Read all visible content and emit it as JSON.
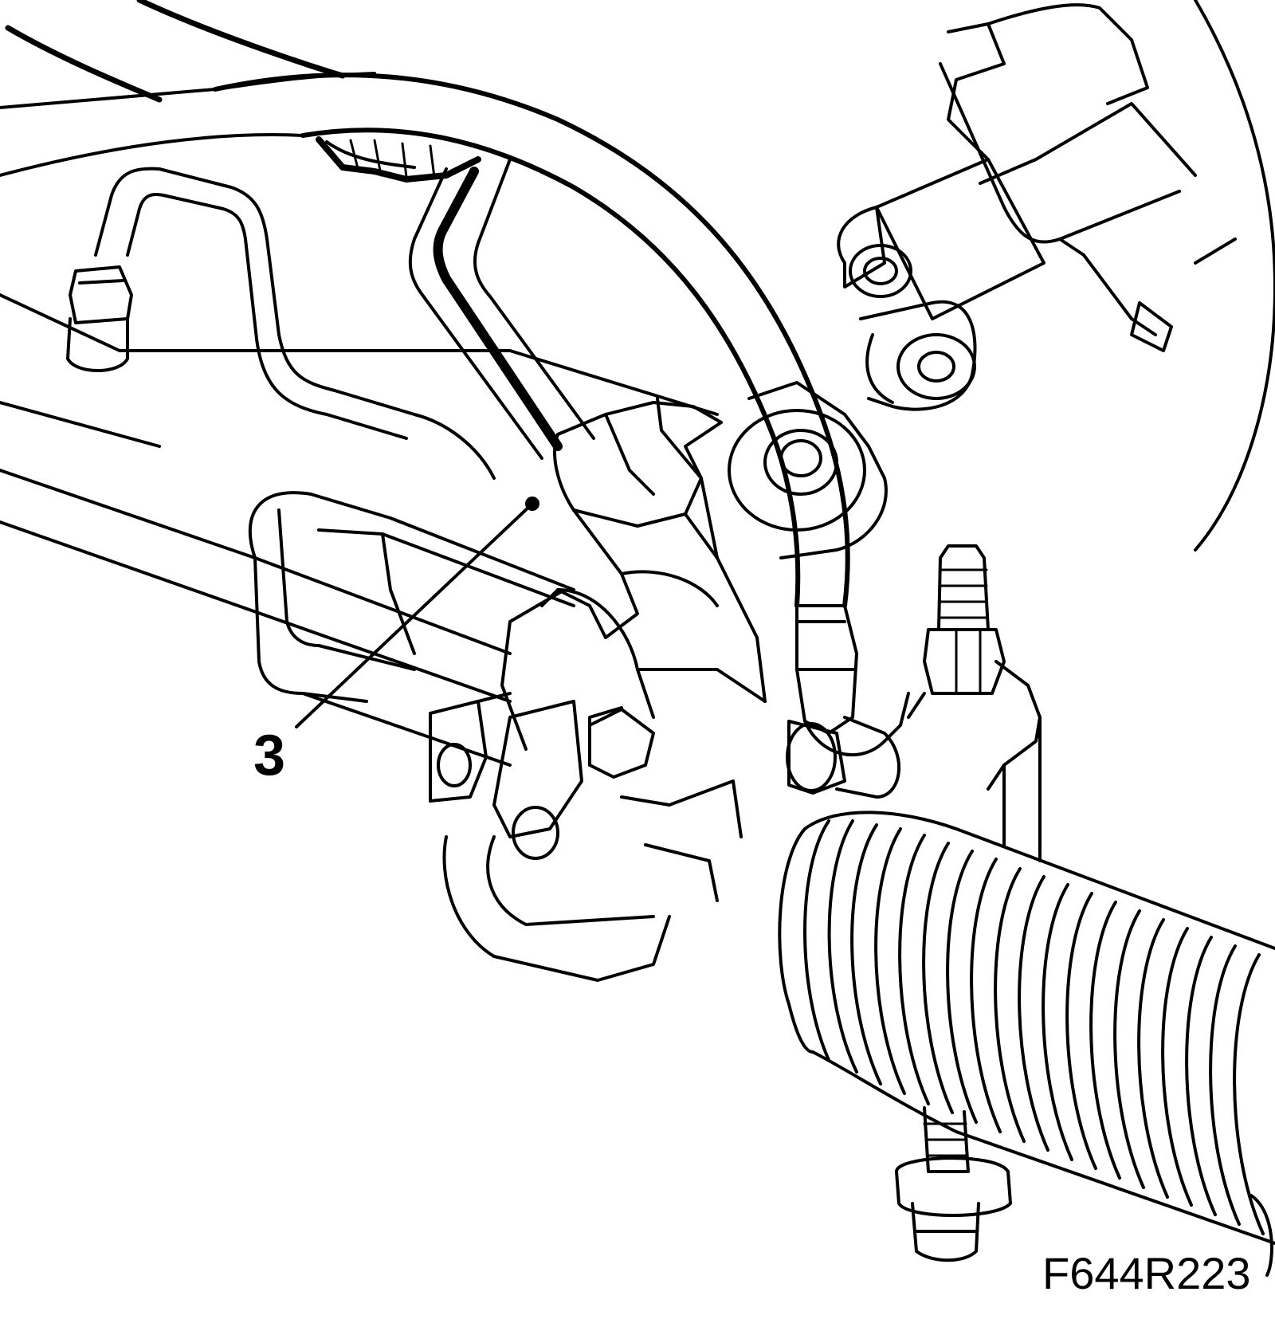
{
  "diagram": {
    "callout_label": "3",
    "figure_id": "F644R223",
    "line_color": "#000000",
    "background_color": "#ffffff",
    "parts": [
      "steering-rack-housing",
      "pressure-pipe",
      "return-pipe",
      "steering-shaft-universal-joint",
      "rubber-bellows",
      "mounting-bolt",
      "threaded-stud",
      "pipe-union-nut"
    ]
  }
}
